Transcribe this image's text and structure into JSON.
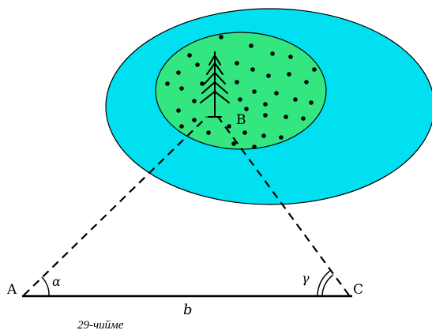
{
  "figure": {
    "points": {
      "A": "A",
      "B": "B",
      "C": "C"
    },
    "angles": {
      "alpha": "α",
      "gamma": "γ"
    },
    "side": "b",
    "caption": "29-чийме"
  },
  "colors": {
    "lake": "#00e0f0",
    "island": "#33e680",
    "outline": "#000000",
    "dots": "#000000"
  },
  "icons": {
    "tree": "fir-tree-icon"
  }
}
